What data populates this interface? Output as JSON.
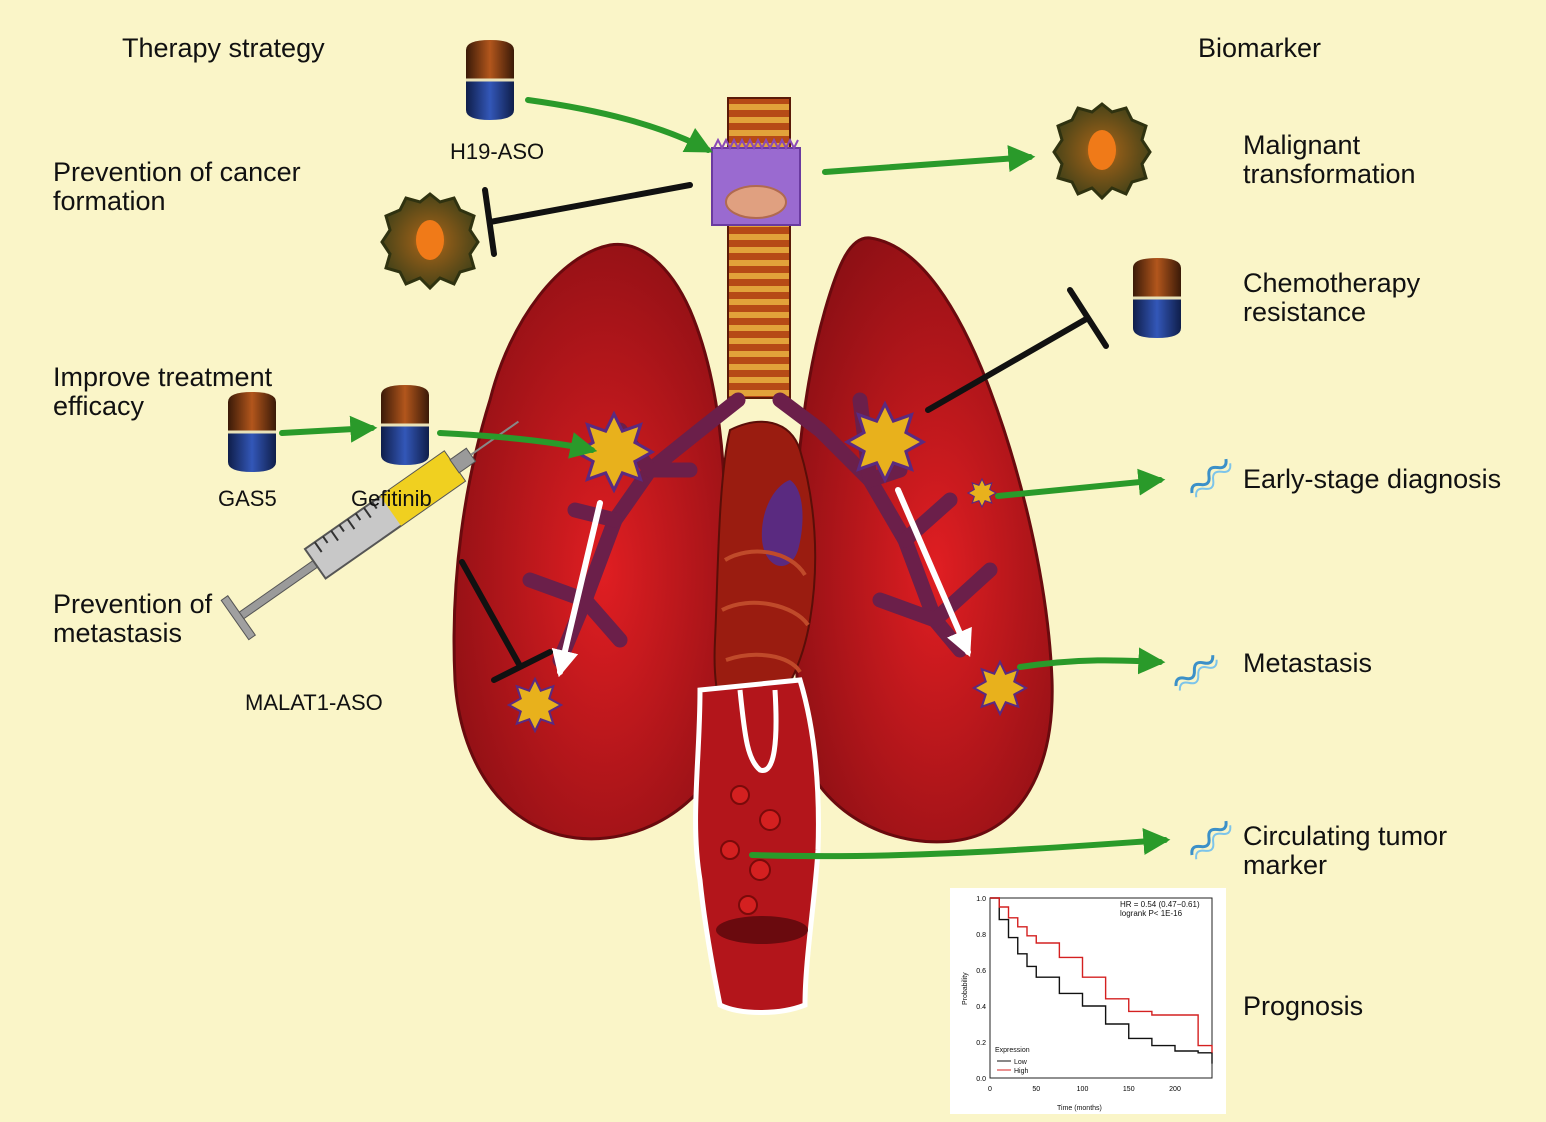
{
  "headers": {
    "left": "Therapy strategy",
    "right": "Biomarker"
  },
  "strategies": [
    {
      "text": "Prevention of cancer\nformation"
    },
    {
      "text": "Improve treatment\nefficacy"
    },
    {
      "text": "Prevention of\nmetastasis"
    }
  ],
  "drugs": {
    "h19": "H19-ASO",
    "gas5": "GAS5",
    "gefitinib": "Gefitinib",
    "malat1": "MALAT1-ASO"
  },
  "biomarkers": [
    {
      "text": "Malignant\ntransformation"
    },
    {
      "text": "Chemotherapy\nresistance"
    },
    {
      "text": "Early-stage diagnosis"
    },
    {
      "text": "Metastasis"
    },
    {
      "text": "Circulating tumor\nmarker"
    },
    {
      "text": "Prognosis"
    }
  ],
  "colors": {
    "background": "#faf5c8",
    "lung": "#b3151b",
    "airway": "#6b1f4a",
    "arrow_green": "#2a9a2a",
    "tumor": "#e8b11c",
    "inhibit": "#111111",
    "km_low": "#111111",
    "km_high": "#d42020"
  },
  "km_plot": {
    "stats_line1": "HR = 0.54 (0.47−0.61)",
    "stats_line2": "logrank P< 1E-16",
    "ylabel": "Probability",
    "xlabel": "Time (months)",
    "yticks": [
      "0.0",
      "0.2",
      "0.4",
      "0.6",
      "0.8",
      "1.0"
    ],
    "xticks": [
      "0",
      "50",
      "100",
      "150",
      "200"
    ],
    "legend_title": "Expression",
    "legend": [
      "Low",
      "High"
    ]
  },
  "chart_data": {
    "type": "line",
    "title": "",
    "xlabel": "Time (months)",
    "ylabel": "Probability",
    "xlim": [
      0,
      240
    ],
    "ylim": [
      0,
      1
    ],
    "x": [
      0,
      10,
      20,
      30,
      40,
      50,
      75,
      100,
      125,
      150,
      175,
      200,
      225,
      240
    ],
    "series": [
      {
        "name": "Low",
        "values": [
          1.0,
          0.88,
          0.78,
          0.69,
          0.62,
          0.56,
          0.47,
          0.4,
          0.3,
          0.22,
          0.18,
          0.15,
          0.14,
          0.08
        ]
      },
      {
        "name": "High",
        "values": [
          1.0,
          0.95,
          0.89,
          0.84,
          0.79,
          0.75,
          0.67,
          0.56,
          0.44,
          0.37,
          0.35,
          0.35,
          0.18,
          0.14
        ]
      }
    ]
  }
}
